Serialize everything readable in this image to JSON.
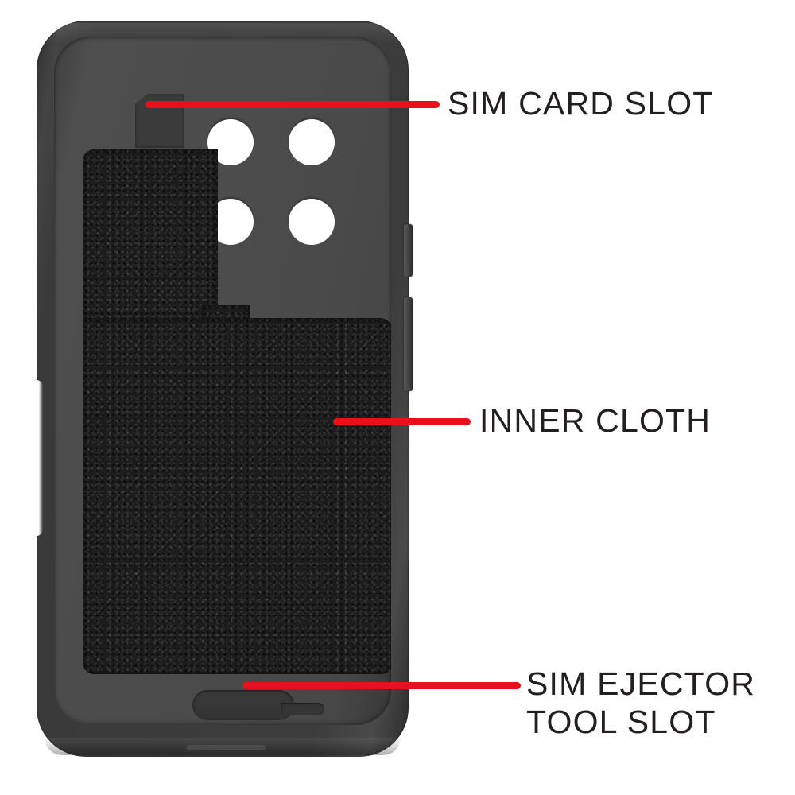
{
  "diagram": {
    "title": "Phone Case Feature Callout Diagram",
    "background_color": "#ffffff",
    "subject": "protective phone case, interior view"
  },
  "colors": {
    "callout_red": "#e8101a",
    "label_text": "#231f20",
    "case_outer": "#3a3a3a",
    "case_inner": "#4b4b4b",
    "inner_cloth": "#1d1d1d",
    "sim_slot": "#3b3b3b",
    "camera_cutout": "#ffffff"
  },
  "case": {
    "name": "phone-case",
    "camera_cutouts": {
      "count": 4,
      "arrangement": "2x2 grid",
      "items": [
        {
          "position": "top-left"
        },
        {
          "position": "top-right"
        },
        {
          "position": "bottom-left"
        },
        {
          "position": "bottom-right"
        }
      ]
    },
    "side_buttons": [
      {
        "name": "volume-button"
      },
      {
        "name": "power-button"
      }
    ]
  },
  "callouts": [
    {
      "id": "sim-card-slot",
      "label": "SIM CARD SLOT",
      "target": "sim card slot cutout at upper left of case interior",
      "line_side": "right"
    },
    {
      "id": "inner-cloth",
      "label": "INNER CLOTH",
      "target": "black microfiber lining covering the case interior",
      "line_side": "right"
    },
    {
      "id": "sim-ejector-tool-slot",
      "label": "SIM EJECTOR\nTOOL SLOT",
      "target": "recessed pill-shaped slot at lower area of case interior",
      "line_side": "right"
    }
  ]
}
